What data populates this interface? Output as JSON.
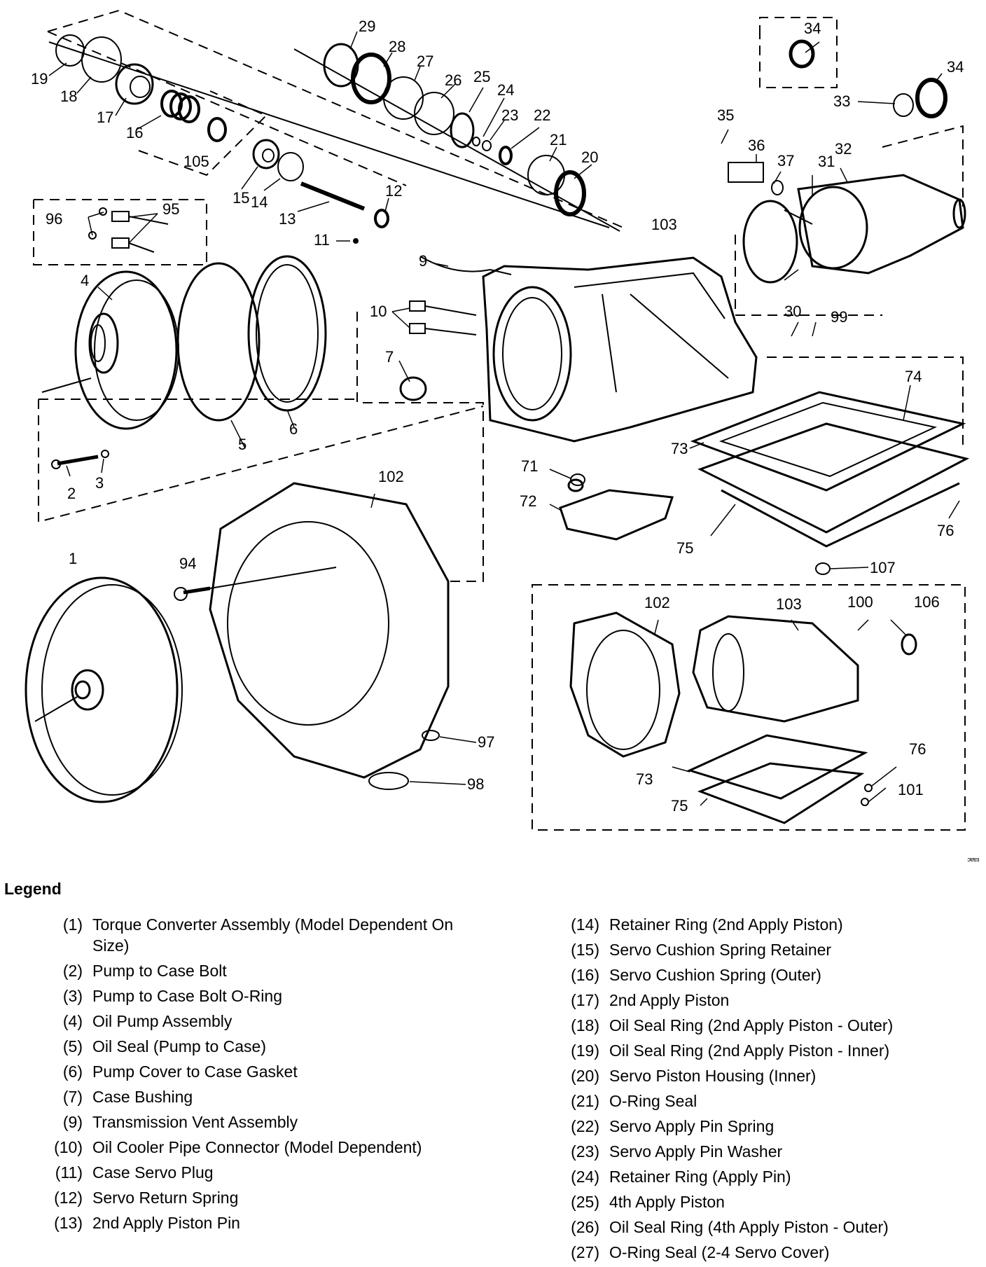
{
  "diagram": {
    "callouts": [
      "1",
      "2",
      "3",
      "4",
      "5",
      "6",
      "7",
      "9",
      "10",
      "11",
      "12",
      "13",
      "14",
      "15",
      "16",
      "17",
      "18",
      "19",
      "20",
      "21",
      "22",
      "23",
      "24",
      "25",
      "26",
      "27",
      "28",
      "29",
      "30",
      "31",
      "32",
      "33",
      "34",
      "35",
      "36",
      "37",
      "71",
      "72",
      "73",
      "74",
      "75",
      "76",
      "94",
      "95",
      "96",
      "97",
      "98",
      "99",
      "100",
      "101",
      "102",
      "103",
      "105",
      "106",
      "107"
    ],
    "image_code": "ɔɐɐɜ"
  },
  "legend": {
    "title": "Legend",
    "left_items": [
      {
        "num": "(1)",
        "label": "Torque Converter Assembly (Model Dependent On Size)"
      },
      {
        "num": "(2)",
        "label": "Pump to Case Bolt"
      },
      {
        "num": "(3)",
        "label": "Pump to Case Bolt O-Ring"
      },
      {
        "num": "(4)",
        "label": "Oil Pump Assembly"
      },
      {
        "num": "(5)",
        "label": "Oil Seal (Pump to Case)"
      },
      {
        "num": "(6)",
        "label": "Pump Cover to Case Gasket"
      },
      {
        "num": "(7)",
        "label": "Case Bushing"
      },
      {
        "num": "(9)",
        "label": "Transmission Vent Assembly"
      },
      {
        "num": "(10)",
        "label": "Oil Cooler Pipe Connector (Model Dependent)"
      },
      {
        "num": "(11)",
        "label": "Case Servo Plug"
      },
      {
        "num": "(12)",
        "label": "Servo Return Spring"
      },
      {
        "num": "(13)",
        "label": "2nd Apply Piston Pin"
      }
    ],
    "right_items": [
      {
        "num": "(14)",
        "label": "Retainer Ring (2nd Apply Piston)"
      },
      {
        "num": "(15)",
        "label": "Servo Cushion Spring Retainer"
      },
      {
        "num": "(16)",
        "label": "Servo Cushion Spring (Outer)"
      },
      {
        "num": "(17)",
        "label": "2nd Apply Piston"
      },
      {
        "num": "(18)",
        "label": "Oil Seal Ring (2nd Apply Piston - Outer)"
      },
      {
        "num": "(19)",
        "label": "Oil Seal Ring (2nd Apply Piston - Inner)"
      },
      {
        "num": "(20)",
        "label": "Servo Piston Housing (Inner)"
      },
      {
        "num": "(21)",
        "label": "O-Ring Seal"
      },
      {
        "num": "(22)",
        "label": "Servo Apply Pin Spring"
      },
      {
        "num": "(23)",
        "label": "Servo Apply Pin Washer"
      },
      {
        "num": "(24)",
        "label": "Retainer Ring (Apply Pin)"
      },
      {
        "num": "(25)",
        "label": "4th Apply Piston"
      },
      {
        "num": "(26)",
        "label": "Oil Seal Ring (4th Apply Piston - Outer)"
      },
      {
        "num": "(27)",
        "label": "O-Ring Seal (2-4 Servo Cover)"
      }
    ]
  }
}
